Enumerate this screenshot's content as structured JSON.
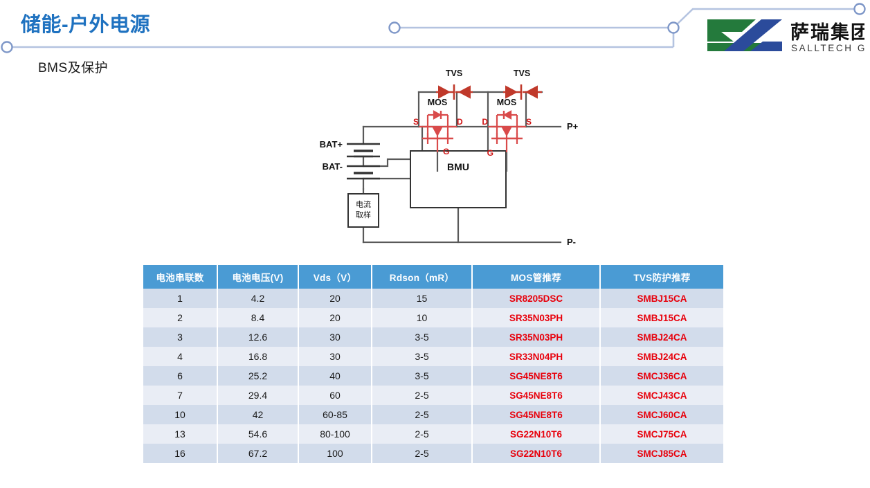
{
  "header": {
    "title": "储能-户外电源",
    "subtitle": "BMS及保护",
    "accent_color": "#1F72C0",
    "deco_line_color": "#B4C3E0"
  },
  "logo": {
    "cn_name": "萨瑞集团",
    "en_name": "SALLTECH GROUP",
    "green": "#247A3C",
    "blue": "#2B4B9B"
  },
  "diagram": {
    "name": "bms-protection-circuit",
    "labels": {
      "tvs_left": "TVS",
      "tvs_right": "TVS",
      "mos_left": "MOS",
      "mos_right": "MOS",
      "bat_pos": "BAT+",
      "bat_neg": "BAT-",
      "p_pos": "P+",
      "p_neg": "P-",
      "bmu": "BMU",
      "shunt_line1": "电流",
      "shunt_line2": "取样",
      "mos_left_s": "S",
      "mos_left_d": "D",
      "mos_left_g": "G",
      "mos_right_d": "D",
      "mos_right_s": "S",
      "mos_right_g": "G"
    },
    "colors": {
      "wire": "#595959",
      "device": "#D94A4A",
      "device_dark": "#C0392B"
    }
  },
  "table": {
    "header_bg": "#4A9BD4",
    "part_color": "#E8000B",
    "columns": [
      "电池串联数",
      "电池电压(V)",
      "Vds（V）",
      "Rdson（mR）",
      "MOS管推荐",
      "TVS防护推荐"
    ],
    "rows": [
      {
        "cells": [
          "1",
          "4.2",
          "20",
          "15",
          "SR8205DSC",
          "SMBJ15CA"
        ]
      },
      {
        "cells": [
          "2",
          "8.4",
          "20",
          "10",
          "SR35N03PH",
          "SMBJ15CA"
        ]
      },
      {
        "cells": [
          "3",
          "12.6",
          "30",
          "3-5",
          "SR35N03PH",
          "SMBJ24CA"
        ]
      },
      {
        "cells": [
          "4",
          "16.8",
          "30",
          "3-5",
          "SR33N04PH",
          "SMBJ24CA"
        ]
      },
      {
        "cells": [
          "6",
          "25.2",
          "40",
          "3-5",
          "SG45NE8T6",
          "SMCJ36CA"
        ]
      },
      {
        "cells": [
          "7",
          "29.4",
          "60",
          "2-5",
          "SG45NE8T6",
          "SMCJ43CA"
        ]
      },
      {
        "cells": [
          "10",
          "42",
          "60-85",
          "2-5",
          "SG45NE8T6",
          "SMCJ60CA"
        ]
      },
      {
        "cells": [
          "13",
          "54.6",
          "80-100",
          "2-5",
          "SG22N10T6",
          "SMCJ75CA"
        ]
      },
      {
        "cells": [
          "16",
          "67.2",
          "100",
          "2-5",
          "SG22N10T6",
          "SMCJ85CA"
        ]
      }
    ]
  }
}
